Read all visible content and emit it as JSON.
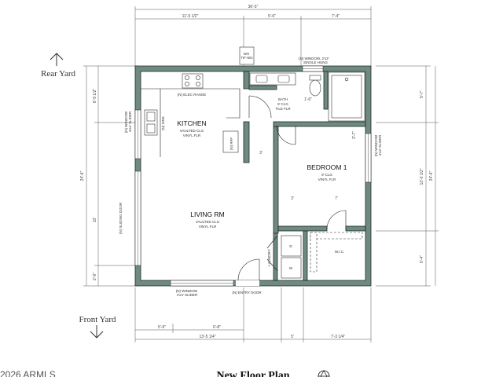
{
  "plan": {
    "title": "New Floor Plan",
    "copyright": "2026 ARMLS",
    "yards": {
      "rear": "Rear Yard",
      "front": "Front Yard"
    },
    "dims": {
      "top_overall": "36'-5\"",
      "top_a": "11'-5 1/2\"",
      "top_b": "5'-6\"",
      "top_c": "7'-4\"",
      "left_a": "6'-9 1/2\"",
      "left_total": "24'-6\"",
      "left_b": "10'",
      "left_c": "2'-6\"",
      "right_a": "5'-7\"",
      "right_b": "12'-0 1/2\"",
      "right_c": "5'-4\"",
      "bottom_a": "5'-9\"",
      "bottom_b": "6'-8\"",
      "bottom_overall": "13'-5 1/4\"",
      "bottom_c": "5'",
      "bottom_d": "7'-3 1/4\"",
      "hall": "3'",
      "bed_a": "3'",
      "bed_b": "7'",
      "bath_gap": "1'-6\"",
      "bath_side": "3'-7\""
    },
    "labels": {
      "wh": "WH\nTIF-50c",
      "window_top": "(N) WINDOW, 2'x3'\nSINGLE HUNG",
      "elec_range": "(N) ELEC RANGE",
      "window_kitchen": "(N) WINDOW\n4'x4' SLIDER",
      "sink": "(N) SINK",
      "refr": "(N) RFF",
      "sliding_door": "(N) SLIDING DOOR",
      "window_bedroom": "(N) WINDOW\n4'x4' SLIDER",
      "window_front": "(N) WINDOW\n4'x4' SLIDER",
      "entry_door": "(N) ENTRY DOOR",
      "laundry": "LAUNDRY",
      "dryer": "D",
      "washer": "W"
    },
    "rooms": {
      "kitchen": {
        "name": "KITCHEN",
        "sub1": "VAULTED CLG",
        "sub2": "VINYL FLR"
      },
      "bath": {
        "name": "BATH",
        "sub1": "9' CLG",
        "sub2": "TILE FLR"
      },
      "bedroom": {
        "name": "BEDROOM 1",
        "sub1": "9' CLG",
        "sub2": "VINYL FLR"
      },
      "living": {
        "name": "LIVING RM",
        "sub1": "VAULTED CLG",
        "sub2": "VINYL FLR"
      },
      "wic": {
        "name": "W.I.C."
      }
    }
  }
}
